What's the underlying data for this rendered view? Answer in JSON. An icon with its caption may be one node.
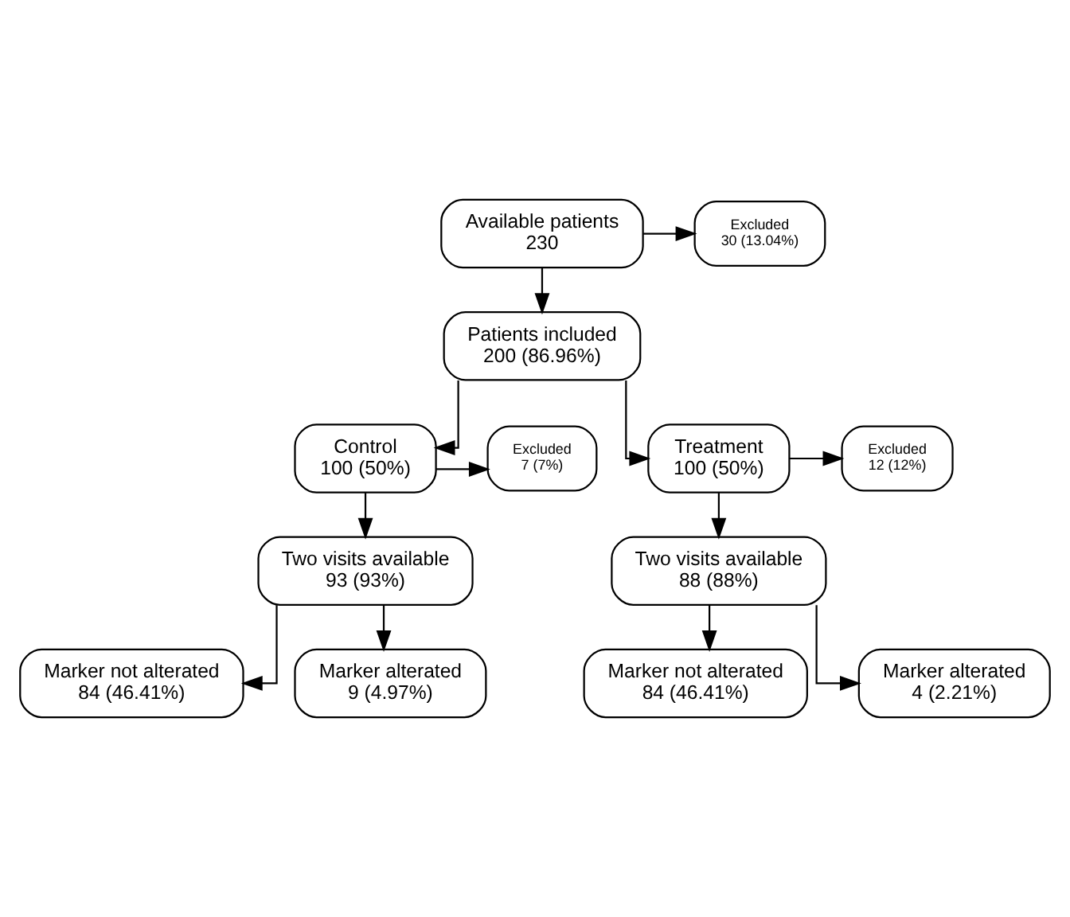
{
  "diagram": {
    "nodes": [
      {
        "text": [
          "Available patients 230"
        ]
      },
      {
        "text": [
          "Excluded",
          "30 (13.04%)"
        ]
      },
      {
        "text": [
          "Patients included 200 (86.96%)"
        ]
      },
      {
        "text": [
          "Control 100 (50%)"
        ]
      },
      {
        "text": [
          "Treatment 100 (50%)"
        ]
      },
      {
        "text": [
          "Excluded",
          "7 (7%)"
        ]
      },
      {
        "text": [
          "Two visits available 93 (93%)"
        ]
      },
      {
        "text": [
          "Excluded",
          "12 (12%)"
        ]
      },
      {
        "text": [
          "Two visits available 88 (88%)"
        ]
      },
      {
        "text": [
          "Marker not alterated 84 (46.41%)"
        ]
      },
      {
        "text": [
          "Marker alterated 9 (4.97%)"
        ]
      },
      {
        "text": [
          "Marker not alterated 84 (46.41%)"
        ]
      },
      {
        "text": [
          "Marker alterated 4 (2.21%)"
        ]
      }
    ],
    "edges": [
      {
        "from": 0,
        "to": 2,
        "arrow": "to"
      },
      {
        "from": 0,
        "to": 1,
        "arrow": "to"
      },
      {
        "from": 2,
        "to": 3,
        "arrow": "to"
      },
      {
        "from": 2,
        "to": 4,
        "arrow": "to"
      },
      {
        "from": 3,
        "to": 6,
        "arrow": "to"
      },
      {
        "from": 3,
        "to": 5,
        "arrow": "to"
      },
      {
        "from": 4,
        "to": 8,
        "arrow": "to"
      },
      {
        "from": 4,
        "to": 7,
        "arrow": "to"
      },
      {
        "from": 6,
        "to": 9,
        "arrow": "to"
      },
      {
        "from": 6,
        "to": 10,
        "arrow": "to"
      },
      {
        "from": 8,
        "to": 11,
        "arrow": "to"
      },
      {
        "from": 8,
        "to": 12,
        "arrow": "to"
      }
    ]
  }
}
